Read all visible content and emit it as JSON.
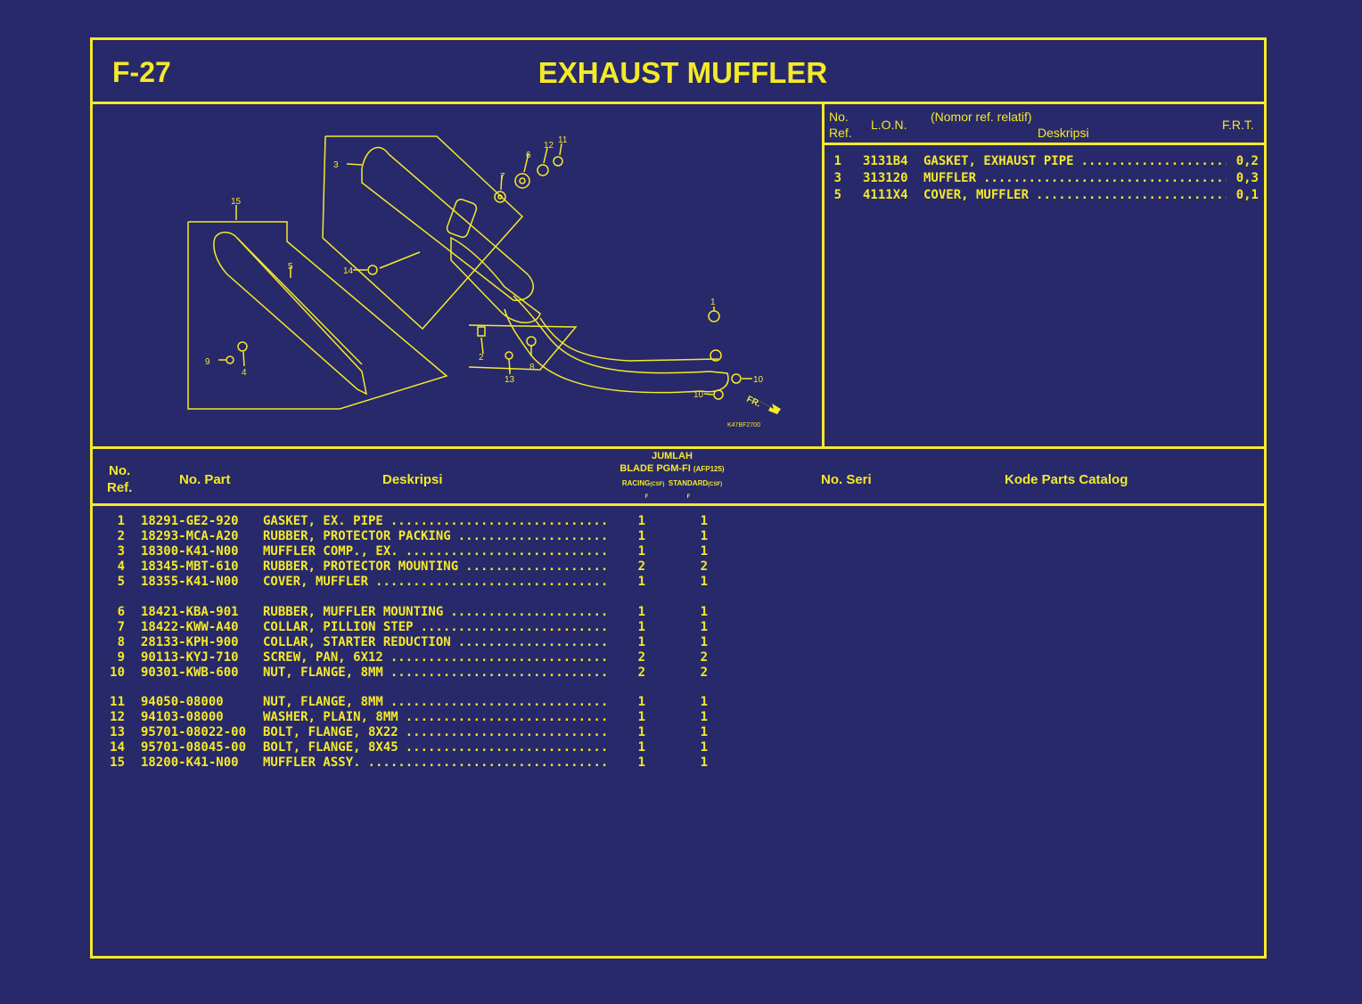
{
  "header": {
    "code": "F-27",
    "title": "EXHAUST MUFFLER"
  },
  "diagram": {
    "callouts": [
      "1",
      "2",
      "3",
      "4",
      "5",
      "6",
      "7",
      "8",
      "9",
      "10",
      "10",
      "11",
      "12",
      "13",
      "14",
      "15"
    ],
    "arrow_label": "FR.",
    "figure_code": "K47BF2700"
  },
  "frt": {
    "headers": {
      "no": "No.",
      "ref": "Ref.",
      "lon": "L.O.N.",
      "nomor": "(Nomor ref. relatif)",
      "deskripsi": "Deskripsi",
      "frt": "F.R.T."
    },
    "rows": [
      {
        "ref": "1",
        "lon": "3131B4",
        "desc": "GASKET, EXHAUST PIPE",
        "frt": "0,2"
      },
      {
        "ref": "3",
        "lon": "313120",
        "desc": "MUFFLER",
        "frt": "0,3"
      },
      {
        "ref": "5",
        "lon": "4111X4",
        "desc": "COVER, MUFFLER",
        "frt": "0,1"
      }
    ]
  },
  "parts": {
    "headers": {
      "no": "No.",
      "ref": "Ref.",
      "part": "No. Part",
      "deskripsi": "Deskripsi",
      "jumlah": "JUMLAH",
      "model": "BLADE PGM-FI",
      "model_code": "(AFP125)",
      "racing": "RACING",
      "racing_code": "(CSF)",
      "standard": "STANDARD",
      "standard_code": "(CSF)",
      "f1": "F",
      "f2": "F",
      "seri": "No. Seri",
      "kode": "Kode Parts Catalog"
    },
    "rows": [
      {
        "ref": "1",
        "part": "18291-GE2-920",
        "desc": "GASKET, EX. PIPE",
        "racing": "1",
        "standard": "1"
      },
      {
        "ref": "2",
        "part": "18293-MCA-A20",
        "desc": "RUBBER, PROTECTOR PACKING",
        "racing": "1",
        "standard": "1"
      },
      {
        "ref": "3",
        "part": "18300-K41-N00",
        "desc": "MUFFLER COMP., EX.",
        "racing": "1",
        "standard": "1"
      },
      {
        "ref": "4",
        "part": "18345-MBT-610",
        "desc": "RUBBER, PROTECTOR MOUNTING",
        "racing": "2",
        "standard": "2"
      },
      {
        "ref": "5",
        "part": "18355-K41-N00",
        "desc": "COVER, MUFFLER",
        "racing": "1",
        "standard": "1"
      },
      {
        "ref": "6",
        "part": "18421-KBA-901",
        "desc": "RUBBER, MUFFLER MOUNTING",
        "racing": "1",
        "standard": "1"
      },
      {
        "ref": "7",
        "part": "18422-KWW-A40",
        "desc": "COLLAR, PILLION STEP",
        "racing": "1",
        "standard": "1"
      },
      {
        "ref": "8",
        "part": "28133-KPH-900",
        "desc": "COLLAR, STARTER REDUCTION",
        "racing": "1",
        "standard": "1"
      },
      {
        "ref": "9",
        "part": "90113-KYJ-710",
        "desc": "SCREW, PAN, 6X12",
        "racing": "2",
        "standard": "2"
      },
      {
        "ref": "10",
        "part": "90301-KWB-600",
        "desc": "NUT, FLANGE, 8MM",
        "racing": "2",
        "standard": "2"
      },
      {
        "ref": "11",
        "part": "94050-08000",
        "desc": "NUT, FLANGE, 8MM",
        "racing": "1",
        "standard": "1"
      },
      {
        "ref": "12",
        "part": "94103-08000",
        "desc": "WASHER, PLAIN, 8MM",
        "racing": "1",
        "standard": "1"
      },
      {
        "ref": "13",
        "part": "95701-08022-00",
        "desc": "BOLT, FLANGE, 8X22",
        "racing": "1",
        "standard": "1"
      },
      {
        "ref": "14",
        "part": "95701-08045-00",
        "desc": "BOLT, FLANGE, 8X45",
        "racing": "1",
        "standard": "1"
      },
      {
        "ref": "15",
        "part": "18200-K41-N00",
        "desc": "MUFFLER ASSY.",
        "racing": "1",
        "standard": "1"
      }
    ]
  },
  "colors": {
    "background": "#27296a",
    "ink": "#f5e92a"
  }
}
